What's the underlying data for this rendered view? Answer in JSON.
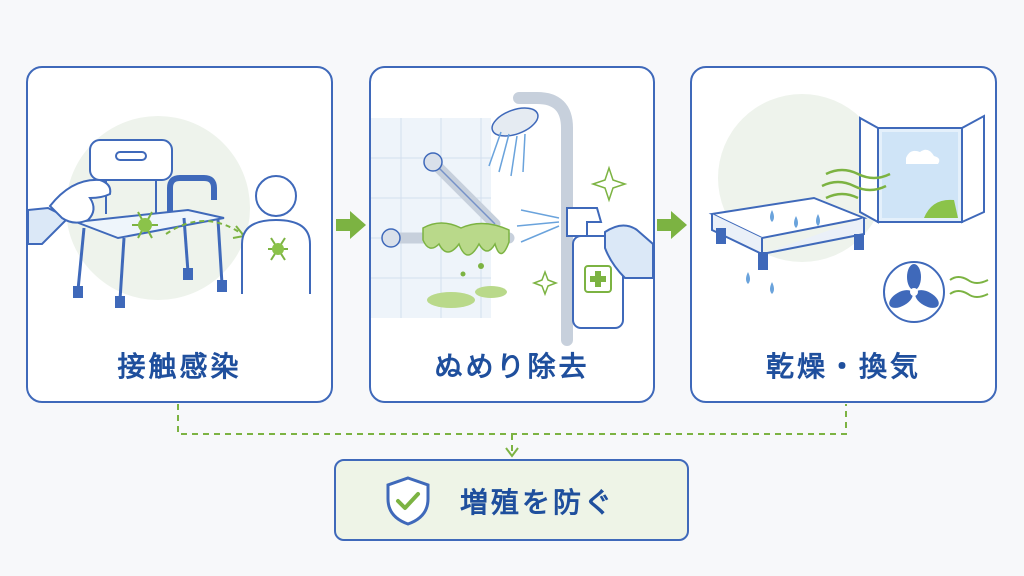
{
  "steps": [
    {
      "label": "接触感染",
      "icon": "chair-contact-infection-illustration"
    },
    {
      "label": "ぬめり除去",
      "icon": "slime-removal-spray-illustration"
    },
    {
      "label": "乾燥・換気",
      "icon": "drying-ventilation-illustration"
    }
  ],
  "result": {
    "label": "増殖を防ぐ",
    "icon": "shield-check-icon"
  },
  "colors": {
    "border_blue": "#3f69ba",
    "label_blue": "#1f4f9d",
    "accent_green": "#7cb342",
    "result_bg": "#eef4e7"
  }
}
